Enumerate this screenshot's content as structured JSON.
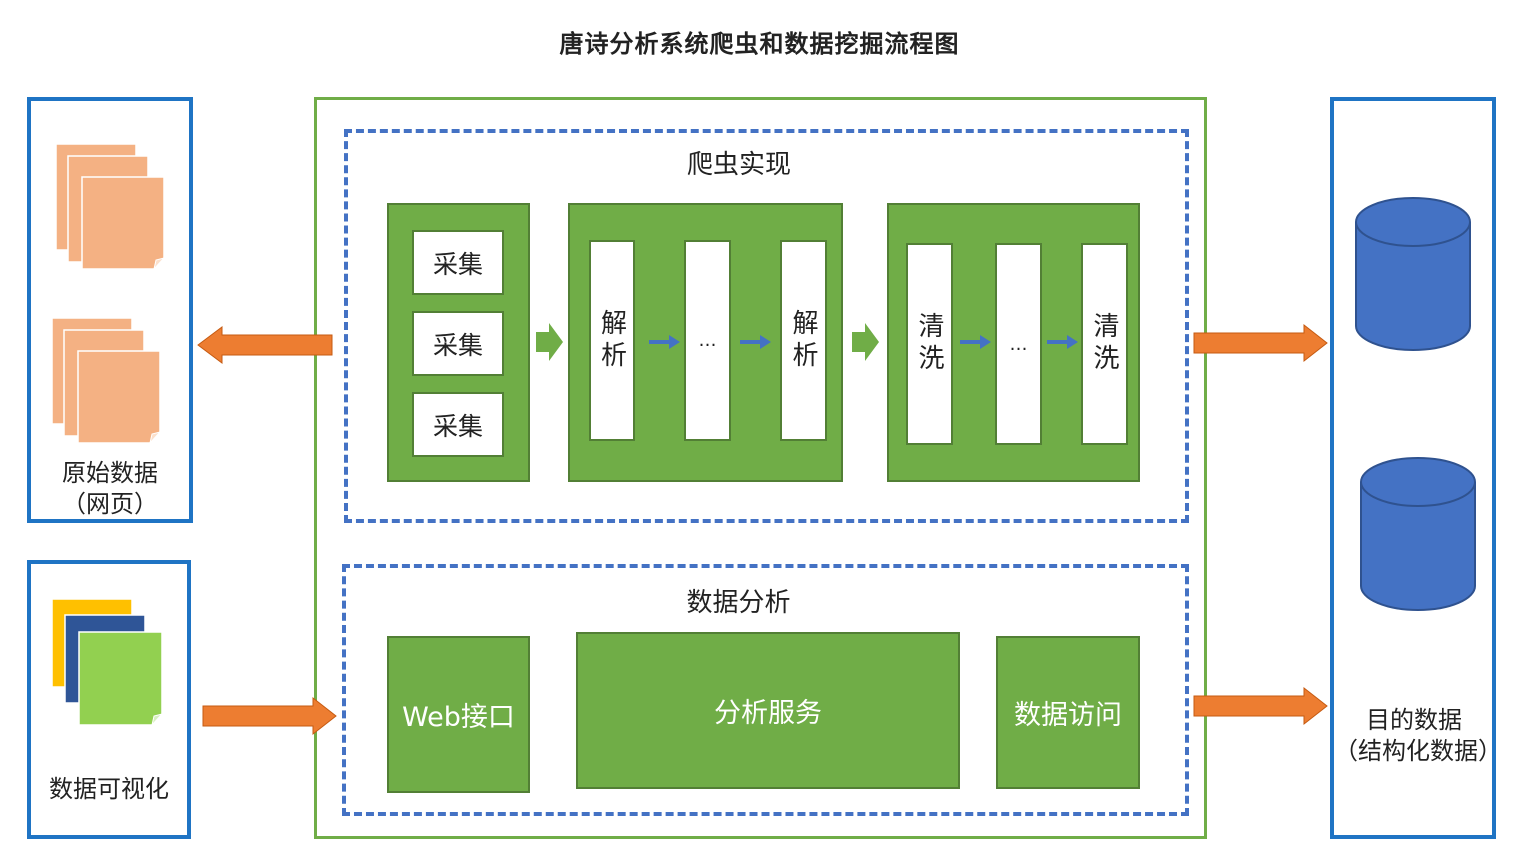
{
  "title": "唐诗分析系统爬虫和数据挖掘流程图",
  "left_top": {
    "label_line1": "原始数据",
    "label_line2": "（网页）",
    "icon": "document-stack-icon"
  },
  "left_bottom": {
    "label": "数据可视化",
    "icon": "colored-document-stack-icon"
  },
  "right": {
    "label_line1": "目的数据",
    "label_line2": "（结构化数据）",
    "icon": "database-icon"
  },
  "crawler": {
    "title": "爬虫实现",
    "collect": [
      "采集",
      "采集",
      "采集"
    ],
    "parse": [
      "解析",
      "…",
      "解析"
    ],
    "clean": [
      "清洗",
      "…",
      "清洗"
    ]
  },
  "analysis": {
    "title": "数据分析",
    "web_api": "Web接口",
    "service": "分析服务",
    "data_access": "数据访问"
  },
  "colors": {
    "blue_border": "#1f74c4",
    "green_frame": "#70ad47",
    "green_fill": "#70ad47",
    "dash_blue": "#4472c4",
    "orange_arrow": "#ed7d31",
    "doc_orange": "#f4b183",
    "db_blue": "#4472c4"
  }
}
